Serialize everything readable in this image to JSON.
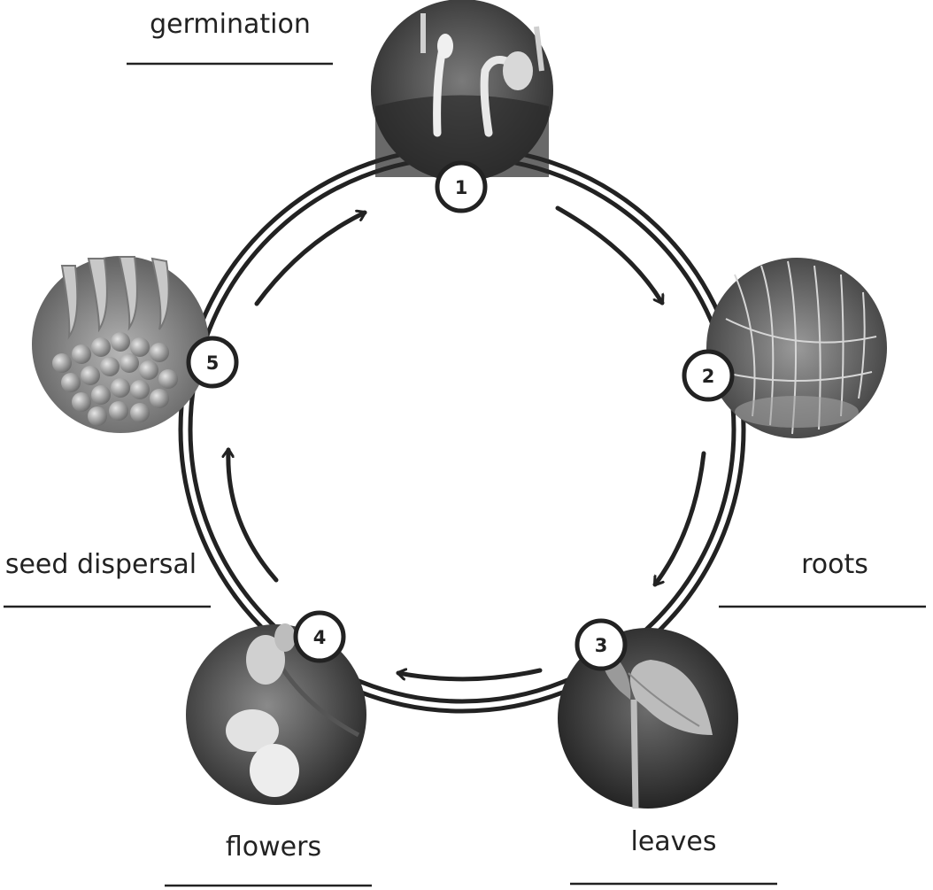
{
  "diagram": {
    "stages": [
      {
        "number": "1",
        "label": "germination",
        "photo_icon": "sprouting-seedlings-photo"
      },
      {
        "number": "2",
        "label": "roots",
        "photo_icon": "tangled-roots-photo"
      },
      {
        "number": "3",
        "label": "leaves",
        "photo_icon": "young-leaf-photo"
      },
      {
        "number": "4",
        "label": "flowers",
        "photo_icon": "pea-flowers-photo"
      },
      {
        "number": "5",
        "label": "seed dispersal",
        "photo_icon": "peas-and-pods-photo"
      }
    ],
    "colors": {
      "ink": "#222222",
      "background": "#ffffff"
    }
  }
}
